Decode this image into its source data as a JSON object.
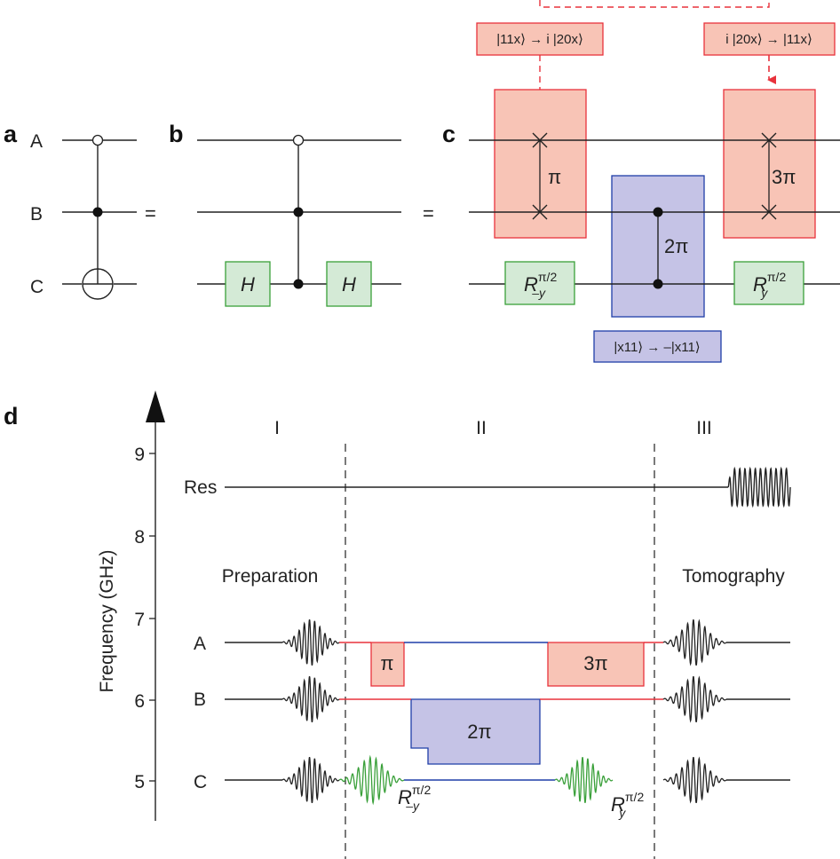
{
  "panels": {
    "a": "a",
    "b": "b",
    "c": "c",
    "d": "d"
  },
  "equals": "=",
  "qubits": [
    "A",
    "B",
    "C"
  ],
  "gates": {
    "hadamard": "H",
    "pi": "π",
    "two_pi": "2π",
    "three_pi": "3π",
    "rot_neg_y_base": "R",
    "rot_neg_y_sup": "π/2",
    "rot_neg_y_sub": "–y",
    "rot_y_base": "R",
    "rot_y_sup": "π/2",
    "rot_y_sub": "y"
  },
  "boxes": {
    "swap_in": "|11x⟩ → i |20x⟩",
    "swap_out": "i |20x⟩ → |11x⟩",
    "phase": "|x11⟩ → –|x11⟩"
  },
  "timing": {
    "ylabel": "Frequency (GHz)",
    "ticks": [
      "9",
      "8",
      "7",
      "6",
      "5"
    ],
    "regions": [
      "I",
      "II",
      "III"
    ],
    "resonator": "Res",
    "preparation": "Preparation",
    "tomography": "Tomography"
  },
  "colors": {
    "red_fill": "#f8c4b6",
    "red_stroke": "#e8323c",
    "blue_fill": "#c5c3e6",
    "blue_stroke": "#1f3ea8",
    "green_fill": "#d4ead6",
    "green_stroke": "#3aa03a"
  }
}
